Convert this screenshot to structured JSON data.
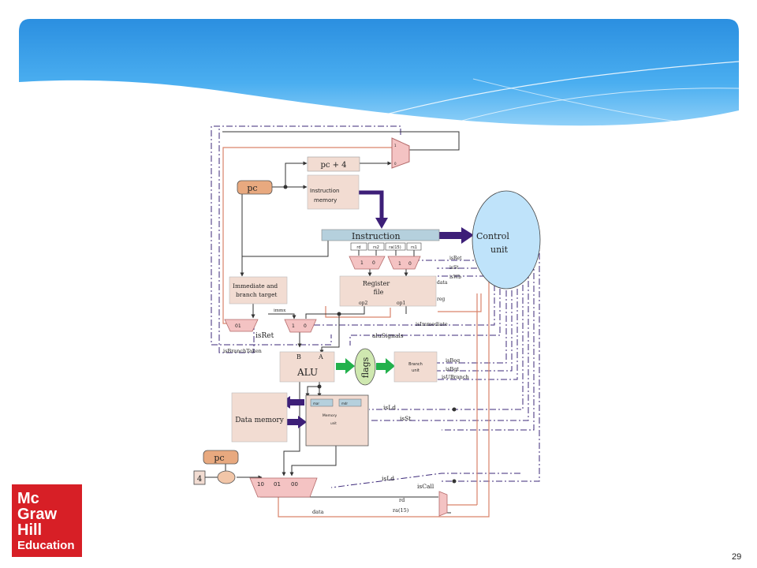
{
  "diagram": {
    "blocks": {
      "pc": "pc",
      "pc_plus_4": "pc + 4",
      "instruction_memory": [
        "Instruction",
        "memory"
      ],
      "instruction": "Instruction",
      "control_unit": [
        "Control",
        "unit"
      ],
      "immediate_unit": [
        "Immediate and",
        "branch target"
      ],
      "register_file": [
        "Register",
        "file"
      ],
      "alu": "ALU",
      "flags": "flags",
      "branch_unit": [
        "Branch",
        "unit"
      ],
      "data_memory": "Data memory",
      "memory_unit": [
        "Memory",
        "unit"
      ],
      "pc_lower": "pc",
      "four": "4"
    },
    "fields": {
      "rd": "rd",
      "rs2": "rs2",
      "ra15": "ra(15)",
      "rs1": "rs1",
      "mar": "mar",
      "mdr": "mdr"
    },
    "ports": {
      "op1": "op1",
      "op2": "op2",
      "alu_a": "A",
      "alu_b": "B",
      "mux_1": "1",
      "mux_0": "0",
      "mux_01": "01",
      "mux_10": "10",
      "mux_00": "00"
    },
    "signals": {
      "is_ret_top": "isRet",
      "is_st_top": "isSt",
      "is_wb": "isWb",
      "data_top": "data",
      "reg": "reg",
      "immx": "immx",
      "is_ret": "isRet",
      "is_immediate": "isImmediate",
      "alu_signals": "aluSignals",
      "is_branch_taken": "isBranchTaken",
      "is_beq": "isBeq",
      "is_bgt": "isBgt",
      "is_ubranch": "isUBranch",
      "is_ld": "isLd",
      "is_st": "isSt",
      "is_ld_bottom": "isLd",
      "is_call": "isCall",
      "rd_bottom": "rd",
      "ra15_bottom": "ra(15)",
      "data_bottom": "data"
    }
  },
  "publisher": {
    "lines": [
      "Mc",
      "Graw",
      "Hill",
      "Education"
    ]
  },
  "page_number": "29",
  "colors": {
    "banner": "#3a9ee8",
    "block_fill": "#f2dcd2",
    "mux_fill": "#f4c3c3",
    "pc_fill": "#e8a97f",
    "control_fill": "#bfe3fa",
    "instruction_fill": "#b5d0dd",
    "bus_arrow": "#3d1f78",
    "green_arrow": "#22b14c",
    "flags_fill": "#cfe8b0",
    "logo": "#d71f26"
  }
}
